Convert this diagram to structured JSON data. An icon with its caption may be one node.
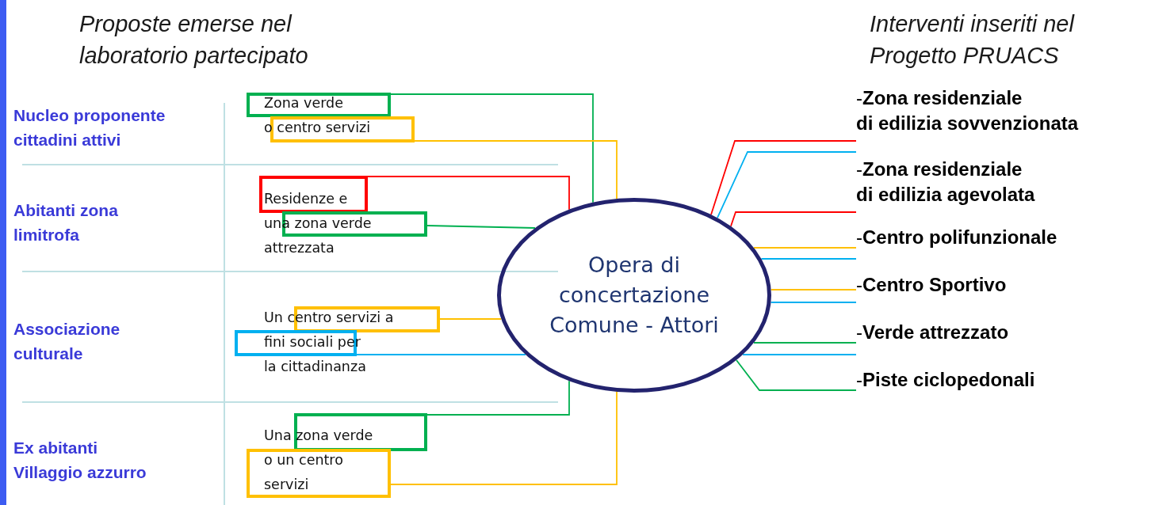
{
  "diagram": {
    "nodes": [
      {
        "text": [],
        "shape": "box"
      },
      {
        "text": [],
        "shape": "box"
      },
      {
        "text": [],
        "shape": "box"
      },
      {
        "text": [],
        "shape": "box"
      },
      {
        "text": [],
        "shape": "box"
      },
      {
        "text": [],
        "shape": "box"
      },
      {
        "text": [],
        "shape": "box"
      },
      {
        "text": [],
        "shape": "box"
      },
      {
        "text": [
          "Opera di concertazione Comune - Attori"
        ]
      },
      {
        "text": [
          "-**Zona residenziale di edilizia sovvenzionata**"
        ]
      },
      {
        "text": [
          "-**Zona residenziale di edilizia agevolata**"
        ]
      },
      {
        "text": [
          "-**Centro polifunzionale**"
        ]
      },
      {
        "text": [
          "-**Centro Sportivo**"
        ]
      },
      {
        "text": [
          "-**Verde attrezzato**"
        ]
      },
      {
        "text": [
          "-**Piste ciclopedonali**"
        ]
      }
    ],
    "edges": [
      {
        "from": 0,
        "to": 8,
        "arrow": "none",
        "color": "#00b050"
      },
      {
        "from": 1,
        "to": 8,
        "arrow": "none",
        "color": "#ffc000"
      },
      {
        "from": 2,
        "to": 8,
        "arrow": "none",
        "color": "#ff0000"
      },
      {
        "from": 3,
        "to": 8,
        "arrow": "none",
        "color": "#00b050"
      },
      {
        "from": 4,
        "to": 8,
        "arrow": "none",
        "color": "#ffc000"
      },
      {
        "from": 5,
        "to": 8,
        "arrow": "none",
        "color": "#00b0f0"
      },
      {
        "from": 6,
        "to": 8,
        "arrow": "none",
        "color": "#00b050"
      },
      {
        "from": 7,
        "to": 8,
        "arrow": "none",
        "color": "#ffc000"
      },
      {
        "from": 8,
        "to": 9,
        "arrow": "none",
        "color": "#ff0000"
      },
      {
        "from": 8,
        "to": 9,
        "arrow": "none",
        "color": "#00b0f0"
      },
      {
        "from": 8,
        "to": 10,
        "arrow": "none",
        "color": "#ff0000"
      },
      {
        "from": 8,
        "to": 11,
        "arrow": "none",
        "color": "#ffc000"
      },
      {
        "from": 8,
        "to": 11,
        "arrow": "none",
        "color": "#00b0f0"
      },
      {
        "from": 8,
        "to": 12,
        "arrow": "none",
        "color": "#ffc000"
      },
      {
        "from": 8,
        "to": 12,
        "arrow": "none",
        "color": "#00b0f0"
      },
      {
        "from": 8,
        "to": 13,
        "arrow": "none",
        "color": "#00b050"
      },
      {
        "from": 8,
        "to": 13,
        "arrow": "none",
        "color": "#00b0f0"
      },
      {
        "from": 8,
        "to": 14,
        "arrow": "none",
        "color": "#00b050"
      }
    ],
    "labels": [
      "Proposte emerse nel laboratorio partecipato",
      "Interventi inseriti nel Progetto PRUACS",
      "Nucleo proponente cittadini attivi",
      "Zona verde o centro servizi",
      "Abitanti zona limitrofa",
      "Residenze e una zona verde attrezzata",
      "Associazione culturale",
      "Un centro servizi a fini sociali per la cittadinanza",
      "Ex abitanti Villaggio azzurro",
      "Una zona verde o un centro servizi"
    ]
  }
}
